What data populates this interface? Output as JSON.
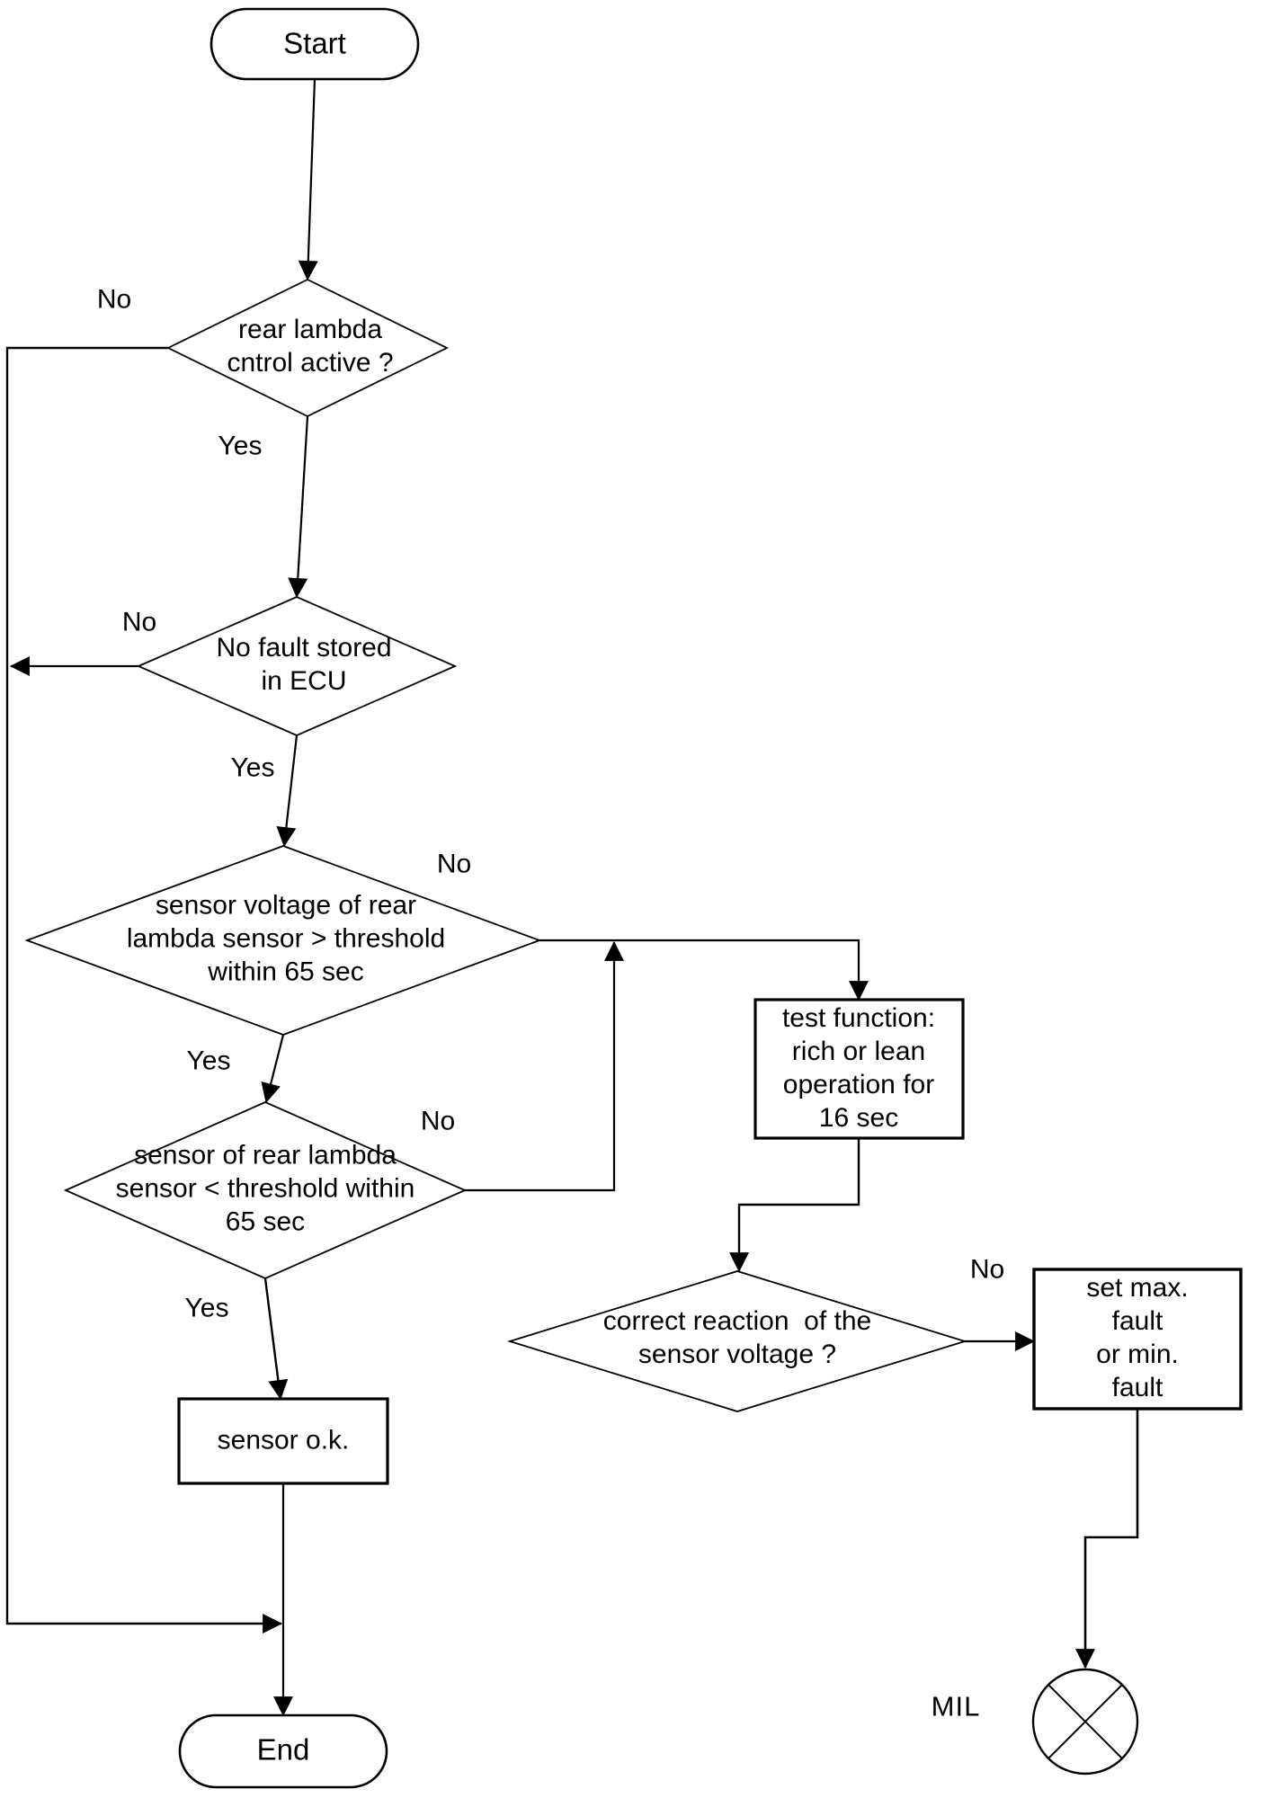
{
  "nodes": {
    "start": {
      "type": "terminator",
      "label": "Start"
    },
    "d1": {
      "type": "decision",
      "label": "rear lambda\ncntrol active ?"
    },
    "d2": {
      "type": "decision",
      "label": "No fault stored\nin ECU"
    },
    "d3": {
      "type": "decision",
      "label": "sensor voltage of rear\nlambda sensor > threshold\nwithin 65 sec"
    },
    "d4": {
      "type": "decision",
      "label": "sensor of rear lambda\nsensor < threshold within\n65 sec"
    },
    "sensor_ok": {
      "type": "process",
      "label": "sensor o.k."
    },
    "test_function": {
      "type": "process",
      "label": "test function:\nrich or lean\noperation for\n16 sec"
    },
    "d5": {
      "type": "decision",
      "label": "correct reaction  of the\nsensor voltage ?"
    },
    "set_fault": {
      "type": "process",
      "label": "set max. fault\nor min. fault"
    },
    "end": {
      "type": "terminator",
      "label": "End"
    },
    "mil": {
      "type": "indicator",
      "label": "MIL"
    }
  },
  "edge_labels": {
    "d1_no": "No",
    "d1_yes": "Yes",
    "d2_no": "No",
    "d2_yes": "Yes",
    "d3_no": "No",
    "d3_yes": "Yes",
    "d4_no": "No",
    "d4_yes": "Yes",
    "d5_no": "No"
  },
  "colors": {
    "line": "#000000",
    "background": "#ffffff",
    "text": "#000000"
  }
}
